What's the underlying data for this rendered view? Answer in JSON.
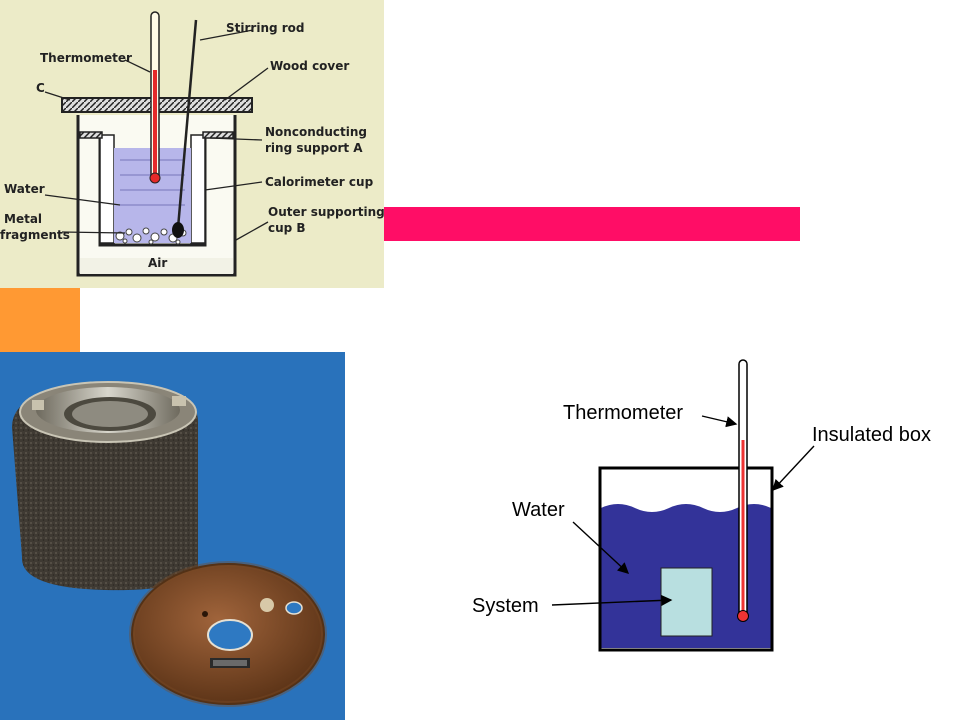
{
  "calorimeter_drawing": {
    "labels": {
      "stirring_rod": "Stirring rod",
      "thermometer": "Thermometer",
      "wood_cover": "Wood cover",
      "c": "C",
      "nonconducting_line1": "Nonconducting",
      "nonconducting_line2": "ring support A",
      "water": "Water",
      "calorimeter_cup": "Calorimeter cup",
      "metal_line1": "Metal",
      "metal_line2": "fragments",
      "outer_line1": "Outer supporting",
      "outer_line2": "cup B",
      "air": "Air"
    }
  },
  "accents": {
    "bar_color": "#ff0d66",
    "block_color": "#ff9933"
  },
  "photo": {
    "background_color": "#2e79c2"
  },
  "schematic": {
    "labels": {
      "thermometer": "Thermometer",
      "insulated_box": "Insulated box",
      "water": "Water",
      "system": "System"
    },
    "colors": {
      "water": "#333399",
      "system": "#b8dfe0",
      "thermometer_fluid": "#ee3333"
    }
  }
}
